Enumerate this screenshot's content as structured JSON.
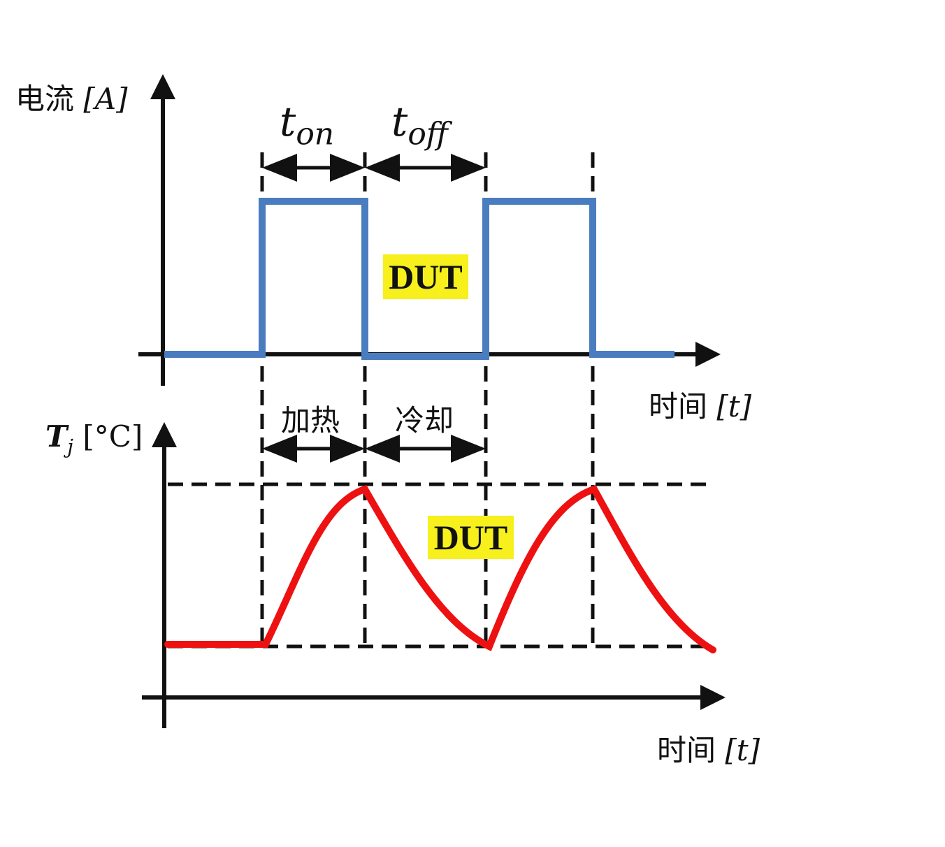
{
  "top_plot": {
    "y_label_name": "电流",
    "y_label_unit": "[A]",
    "x_label_name": "时间",
    "x_label_unit": "[t]",
    "t_on_base": "t",
    "t_on_sub": "on",
    "t_off_base": "t",
    "t_off_sub": "off",
    "dut_label": "DUT",
    "waveform_color": "#4a7cc0"
  },
  "bottom_plot": {
    "y_label_symbol": "T",
    "y_label_sub": "j",
    "y_label_unit": "[°C]",
    "x_label_name": "时间",
    "x_label_unit": "[t]",
    "heating_label": "加热",
    "cooling_label": "冷却",
    "dut_label": "DUT",
    "curve_color": "#ee1111"
  }
}
